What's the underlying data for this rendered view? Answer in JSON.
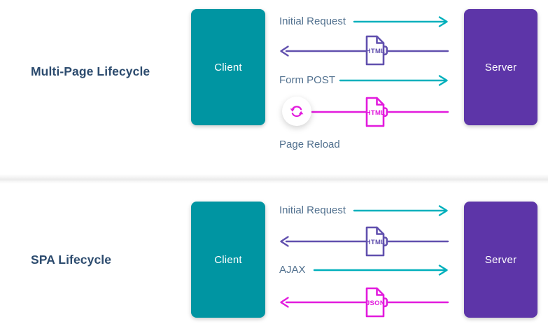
{
  "colors": {
    "client_box": "#0095A2",
    "server_box": "#5D35A8",
    "teal_arrow": "#00B0BC",
    "purple_arrow": "#6150AE",
    "magenta_arrow": "#E21BDD",
    "title_text": "#2C4B6E",
    "label_text": "#52718F"
  },
  "sections": [
    {
      "title": "Multi-Page Lifecycle",
      "client_label": "Client",
      "server_label": "Server",
      "rows": [
        {
          "label": "Initial Request",
          "direction": "client-to-server",
          "color": "teal"
        },
        {
          "file_label": "HTML",
          "direction": "server-to-client",
          "color": "purple"
        },
        {
          "label": "Form POST",
          "direction": "client-to-server",
          "color": "teal"
        },
        {
          "file_label": "HTML",
          "direction": "server-to-client",
          "color": "magenta",
          "icon": "reload-icon",
          "caption": "Page Reload"
        }
      ]
    },
    {
      "title": "SPA Lifecycle",
      "client_label": "Client",
      "server_label": "Server",
      "rows": [
        {
          "label": "Initial Request",
          "direction": "client-to-server",
          "color": "teal"
        },
        {
          "file_label": "HTML",
          "direction": "server-to-client",
          "color": "purple"
        },
        {
          "label": "AJAX",
          "direction": "client-to-server",
          "color": "teal"
        },
        {
          "file_label": "JSON",
          "direction": "server-to-client",
          "color": "magenta"
        }
      ]
    }
  ]
}
